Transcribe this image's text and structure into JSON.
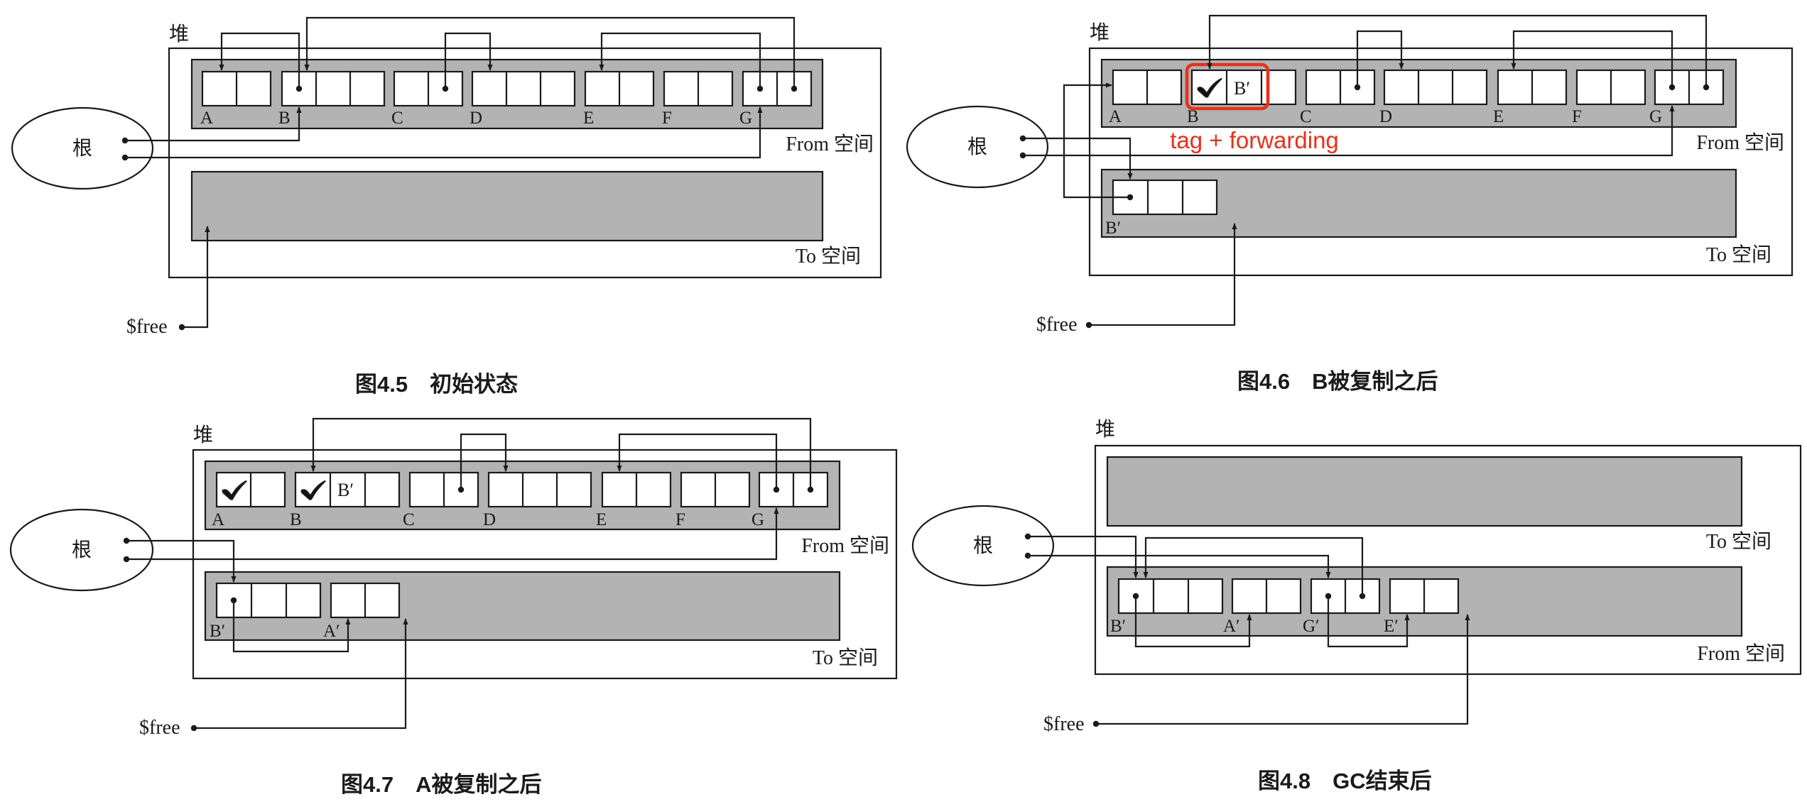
{
  "panels": [
    {
      "caption": "图4.5　初始状态",
      "heap_label": "堆",
      "root_label": "根",
      "from_label": "From 空间",
      "to_label": "To 空间",
      "free_label": "$free",
      "objects": [
        {
          "label": "A",
          "fields": 2
        },
        {
          "label": "B",
          "fields": 3
        },
        {
          "label": "C",
          "fields": 2
        },
        {
          "label": "D",
          "fields": 3
        },
        {
          "label": "E",
          "fields": 2
        },
        {
          "label": "F",
          "fields": 2
        },
        {
          "label": "G",
          "fields": 2
        }
      ]
    },
    {
      "caption": "图4.6　B被复制之后",
      "heap_label": "堆",
      "root_label": "根",
      "from_label": "From 空间",
      "to_label": "To 空间",
      "free_label": "$free",
      "forward_text": "B′",
      "annotation": "tag + forwarding",
      "annotation_color": "#e8301c",
      "copied": [
        {
          "label": "B′"
        }
      ],
      "objects": [
        {
          "label": "A",
          "fields": 2
        },
        {
          "label": "B",
          "fields": 3
        },
        {
          "label": "C",
          "fields": 2
        },
        {
          "label": "D",
          "fields": 3
        },
        {
          "label": "E",
          "fields": 2
        },
        {
          "label": "F",
          "fields": 2
        },
        {
          "label": "G",
          "fields": 2
        }
      ]
    },
    {
      "caption": "图4.7　A被复制之后",
      "heap_label": "堆",
      "root_label": "根",
      "from_label": "From 空间",
      "to_label": "To 空间",
      "free_label": "$free",
      "forward_text": "B′",
      "copied": [
        {
          "label": "B′"
        },
        {
          "label": "A′"
        }
      ],
      "objects": [
        {
          "label": "A",
          "fields": 2
        },
        {
          "label": "B",
          "fields": 3
        },
        {
          "label": "C",
          "fields": 2
        },
        {
          "label": "D",
          "fields": 3
        },
        {
          "label": "E",
          "fields": 2
        },
        {
          "label": "F",
          "fields": 2
        },
        {
          "label": "G",
          "fields": 2
        }
      ]
    },
    {
      "caption": "图4.8　GC结束后",
      "heap_label": "堆",
      "root_label": "根",
      "from_label": "From 空间",
      "to_label": "To 空间",
      "free_label": "$free",
      "objects": [
        {
          "label": "B′"
        },
        {
          "label": "A′"
        },
        {
          "label": "G′"
        },
        {
          "label": "E′"
        }
      ]
    }
  ],
  "colors": {
    "space_fill": "#b3b3b3",
    "line": "#1a1a1a",
    "highlight": "#e8301c"
  }
}
